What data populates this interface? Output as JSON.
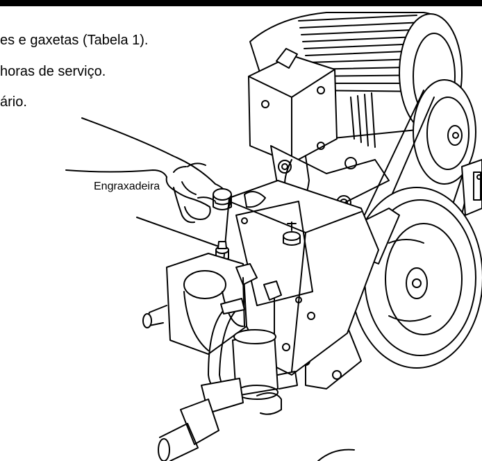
{
  "instructions": {
    "line1": "es e gaxetas (Tabela 1).",
    "line2": "horas de serviço.",
    "line3": "ário."
  },
  "callout": {
    "label": "Engraxadeira"
  },
  "colors": {
    "ink": "#000000",
    "paper": "#ffffff"
  }
}
